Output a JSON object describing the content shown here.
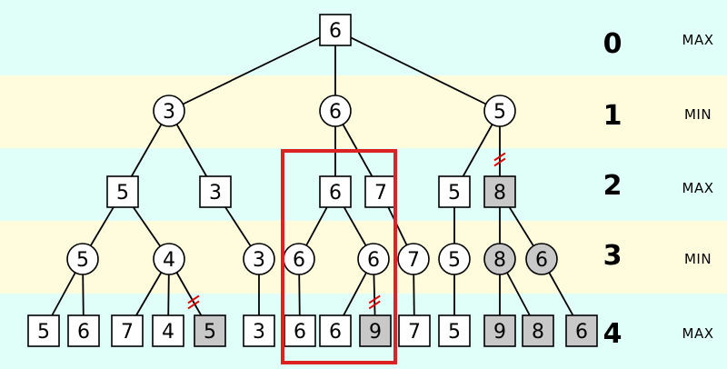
{
  "colors": {
    "band_cyan": "#e0fff8",
    "band_yellow": "#fffbdd",
    "node_fill": "#ffffff",
    "pruned_fill": "#c8c8c8",
    "edge": "#000000",
    "cut_mark": "#dd0000",
    "highlight": "#dd2222"
  },
  "levels": [
    {
      "depth": "0",
      "role": "MAX"
    },
    {
      "depth": "1",
      "role": "MIN"
    },
    {
      "depth": "2",
      "role": "MAX"
    },
    {
      "depth": "3",
      "role": "MIN"
    },
    {
      "depth": "4",
      "role": "MAX"
    }
  ],
  "nodes": [
    {
      "id": "n0",
      "level": 0,
      "value": "6",
      "shape": "square",
      "pruned": false
    },
    {
      "id": "n1a",
      "level": 1,
      "value": "3",
      "shape": "circle",
      "pruned": false
    },
    {
      "id": "n1b",
      "level": 1,
      "value": "6",
      "shape": "circle",
      "pruned": false
    },
    {
      "id": "n1c",
      "level": 1,
      "value": "5",
      "shape": "circle",
      "pruned": false
    },
    {
      "id": "n2a",
      "level": 2,
      "value": "5",
      "shape": "square",
      "pruned": false
    },
    {
      "id": "n2b",
      "level": 2,
      "value": "3",
      "shape": "square",
      "pruned": false
    },
    {
      "id": "n2c",
      "level": 2,
      "value": "6",
      "shape": "square",
      "pruned": false
    },
    {
      "id": "n2d",
      "level": 2,
      "value": "7",
      "shape": "square",
      "pruned": false
    },
    {
      "id": "n2e",
      "level": 2,
      "value": "5",
      "shape": "square",
      "pruned": false
    },
    {
      "id": "n2f",
      "level": 2,
      "value": "8",
      "shape": "square",
      "pruned": true
    },
    {
      "id": "n3a",
      "level": 3,
      "value": "5",
      "shape": "circle",
      "pruned": false
    },
    {
      "id": "n3b",
      "level": 3,
      "value": "4",
      "shape": "circle",
      "pruned": false
    },
    {
      "id": "n3c",
      "level": 3,
      "value": "3",
      "shape": "circle",
      "pruned": false
    },
    {
      "id": "n3d",
      "level": 3,
      "value": "6",
      "shape": "circle",
      "pruned": false
    },
    {
      "id": "n3e",
      "level": 3,
      "value": "6",
      "shape": "circle",
      "pruned": false
    },
    {
      "id": "n3f",
      "level": 3,
      "value": "7",
      "shape": "circle",
      "pruned": false
    },
    {
      "id": "n3g",
      "level": 3,
      "value": "5",
      "shape": "circle",
      "pruned": false
    },
    {
      "id": "n3h",
      "level": 3,
      "value": "8",
      "shape": "circle",
      "pruned": true
    },
    {
      "id": "n3i",
      "level": 3,
      "value": "6",
      "shape": "circle",
      "pruned": true
    },
    {
      "id": "n4a",
      "level": 4,
      "value": "5",
      "shape": "square",
      "pruned": false
    },
    {
      "id": "n4b",
      "level": 4,
      "value": "6",
      "shape": "square",
      "pruned": false
    },
    {
      "id": "n4c",
      "level": 4,
      "value": "7",
      "shape": "square",
      "pruned": false
    },
    {
      "id": "n4d",
      "level": 4,
      "value": "4",
      "shape": "square",
      "pruned": false
    },
    {
      "id": "n4e",
      "level": 4,
      "value": "5",
      "shape": "square",
      "pruned": true
    },
    {
      "id": "n4f",
      "level": 4,
      "value": "3",
      "shape": "square",
      "pruned": false
    },
    {
      "id": "n4g",
      "level": 4,
      "value": "6",
      "shape": "square",
      "pruned": false
    },
    {
      "id": "n4h",
      "level": 4,
      "value": "6",
      "shape": "square",
      "pruned": false
    },
    {
      "id": "n4i",
      "level": 4,
      "value": "9",
      "shape": "square",
      "pruned": true
    },
    {
      "id": "n4j",
      "level": 4,
      "value": "7",
      "shape": "square",
      "pruned": false
    },
    {
      "id": "n4k",
      "level": 4,
      "value": "5",
      "shape": "square",
      "pruned": false
    },
    {
      "id": "n4l",
      "level": 4,
      "value": "9",
      "shape": "square",
      "pruned": true
    },
    {
      "id": "n4m",
      "level": 4,
      "value": "8",
      "shape": "square",
      "pruned": true
    },
    {
      "id": "n4n",
      "level": 4,
      "value": "6",
      "shape": "square",
      "pruned": true
    }
  ],
  "edges": [
    {
      "from": "n0",
      "to": "n1a",
      "cut": false
    },
    {
      "from": "n0",
      "to": "n1b",
      "cut": false
    },
    {
      "from": "n0",
      "to": "n1c",
      "cut": false
    },
    {
      "from": "n1a",
      "to": "n2a",
      "cut": false
    },
    {
      "from": "n1a",
      "to": "n2b",
      "cut": false
    },
    {
      "from": "n1b",
      "to": "n2c",
      "cut": false
    },
    {
      "from": "n1b",
      "to": "n2d",
      "cut": false
    },
    {
      "from": "n1c",
      "to": "n2e",
      "cut": false
    },
    {
      "from": "n1c",
      "to": "n2f",
      "cut": true
    },
    {
      "from": "n2a",
      "to": "n3a",
      "cut": false
    },
    {
      "from": "n2a",
      "to": "n3b",
      "cut": false
    },
    {
      "from": "n2b",
      "to": "n3c",
      "cut": false
    },
    {
      "from": "n2c",
      "to": "n3d",
      "cut": false
    },
    {
      "from": "n2c",
      "to": "n3e",
      "cut": false
    },
    {
      "from": "n2d",
      "to": "n3f",
      "cut": false
    },
    {
      "from": "n2e",
      "to": "n3g",
      "cut": false
    },
    {
      "from": "n2f",
      "to": "n3h",
      "cut": false
    },
    {
      "from": "n2f",
      "to": "n3i",
      "cut": false
    },
    {
      "from": "n3a",
      "to": "n4a",
      "cut": false
    },
    {
      "from": "n3a",
      "to": "n4b",
      "cut": false
    },
    {
      "from": "n3b",
      "to": "n4c",
      "cut": false
    },
    {
      "from": "n3b",
      "to": "n4d",
      "cut": false
    },
    {
      "from": "n3b",
      "to": "n4e",
      "cut": true
    },
    {
      "from": "n3c",
      "to": "n4f",
      "cut": false
    },
    {
      "from": "n3d",
      "to": "n4g",
      "cut": false
    },
    {
      "from": "n3e",
      "to": "n4h",
      "cut": false
    },
    {
      "from": "n3e",
      "to": "n4i",
      "cut": true
    },
    {
      "from": "n3f",
      "to": "n4j",
      "cut": false
    },
    {
      "from": "n3g",
      "to": "n4k",
      "cut": false
    },
    {
      "from": "n3h",
      "to": "n4l",
      "cut": false
    },
    {
      "from": "n3h",
      "to": "n4m",
      "cut": false
    },
    {
      "from": "n3i",
      "to": "n4n",
      "cut": false
    }
  ]
}
